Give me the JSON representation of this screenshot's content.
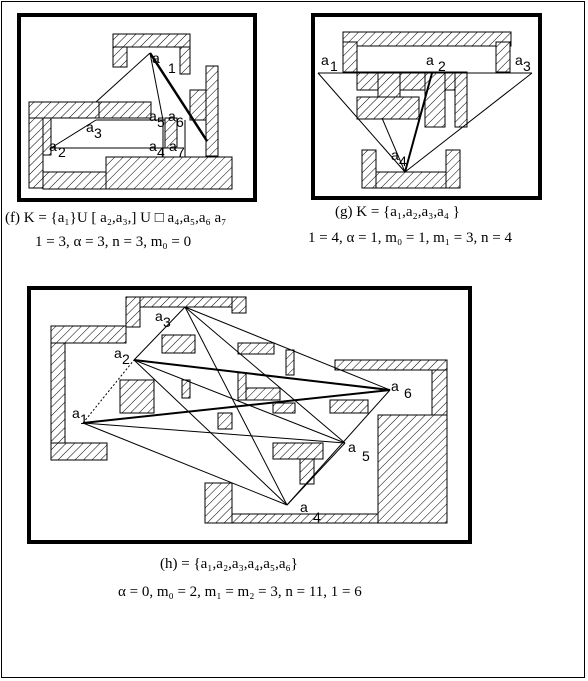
{
  "panels": {
    "f": {
      "caption": "(f) K = {a₁}U [ a₂,a₃,] U □ a₄,a₅,a₆ a₇",
      "params": "1 = 3, α = 3, n = 3, m₀ = 0",
      "labels": [
        "a",
        "1",
        "a",
        "2",
        "a",
        "3",
        "a",
        "4",
        "a",
        "5",
        "a",
        "6",
        "a",
        "7"
      ]
    },
    "g": {
      "caption": "(g) K = {a₁,a₂,a₃,a₄ }",
      "params": "1 = 4,  α = 1, m₀ = 1,  m₁ = 3, n = 4",
      "labels": [
        "a",
        "1",
        "a",
        "2",
        "a",
        "3",
        "a",
        "4"
      ]
    },
    "h": {
      "caption": "(h) = {a₁,a₂,a₃,a₄,a₅,a₆}",
      "params": "α = 0, m₀ = 2, m₁ = m₂ = 3, n = 11,  1 = 6",
      "labels": [
        "a",
        "1",
        "a",
        "2",
        "a",
        "3",
        "a",
        "4",
        "a",
        "5",
        "a",
        "6"
      ]
    }
  },
  "colors": {
    "ink": "#000000",
    "background": "#ffffff"
  }
}
